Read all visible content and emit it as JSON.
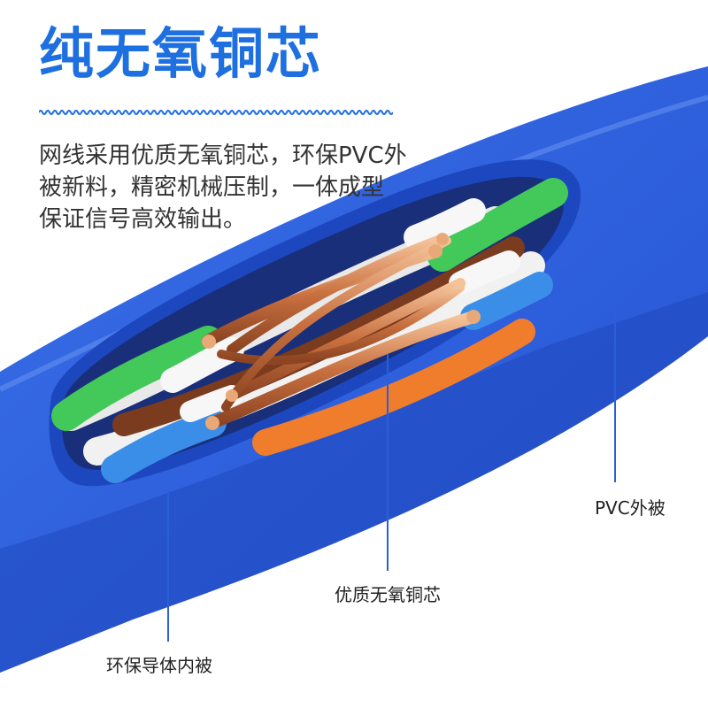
{
  "headline": "纯无氧铜芯",
  "description_lines": [
    "网线采用优质无氧铜芯，环保PVC外",
    "被新料，精密机械压制，一体成型",
    "保证信号高效输出。"
  ],
  "callouts": {
    "pvc_jacket": "PVC外被",
    "copper_core": "优质无氧铜芯",
    "inner_insulation": "环保导体内被"
  },
  "colors": {
    "headline": "#1e6fe0",
    "jacket": "#2c5fe0",
    "jacket_inner": "#1f4cc6",
    "copper": "#d4895a",
    "wire_green": "#43c85a",
    "wire_blue": "#3b8ee8",
    "wire_orange": "#ef7d2b",
    "wire_white": "#f3f3f3",
    "callout_line": "#2b5fd8"
  }
}
